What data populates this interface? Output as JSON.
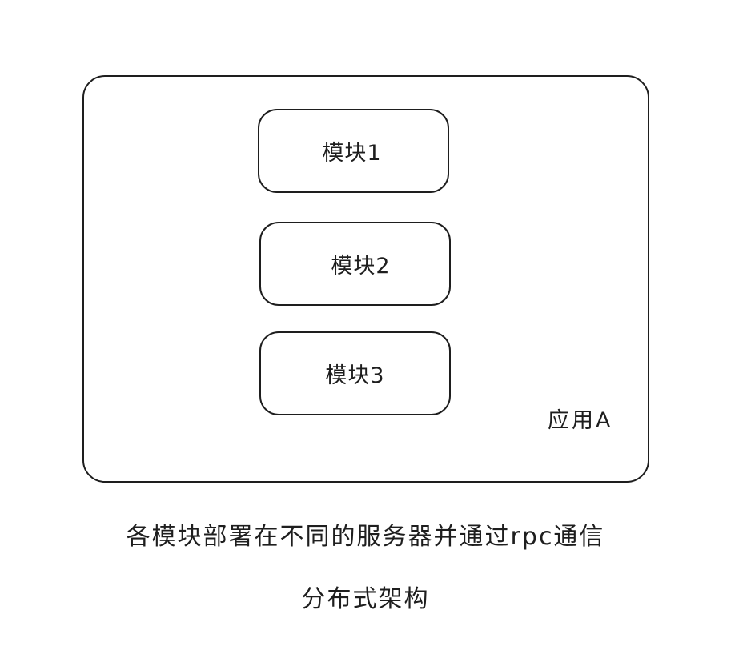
{
  "diagram": {
    "container": {
      "label": "应用A"
    },
    "modules": [
      {
        "label": "模块1"
      },
      {
        "label": "模块2"
      },
      {
        "label": "模块3"
      }
    ],
    "captions": [
      "各模块部署在不同的服务器并通过rpc通信",
      "分布式架构"
    ],
    "colors": {
      "stroke": "#1e1e1e",
      "background": "#ffffff",
      "text": "#1e1e1e"
    }
  }
}
